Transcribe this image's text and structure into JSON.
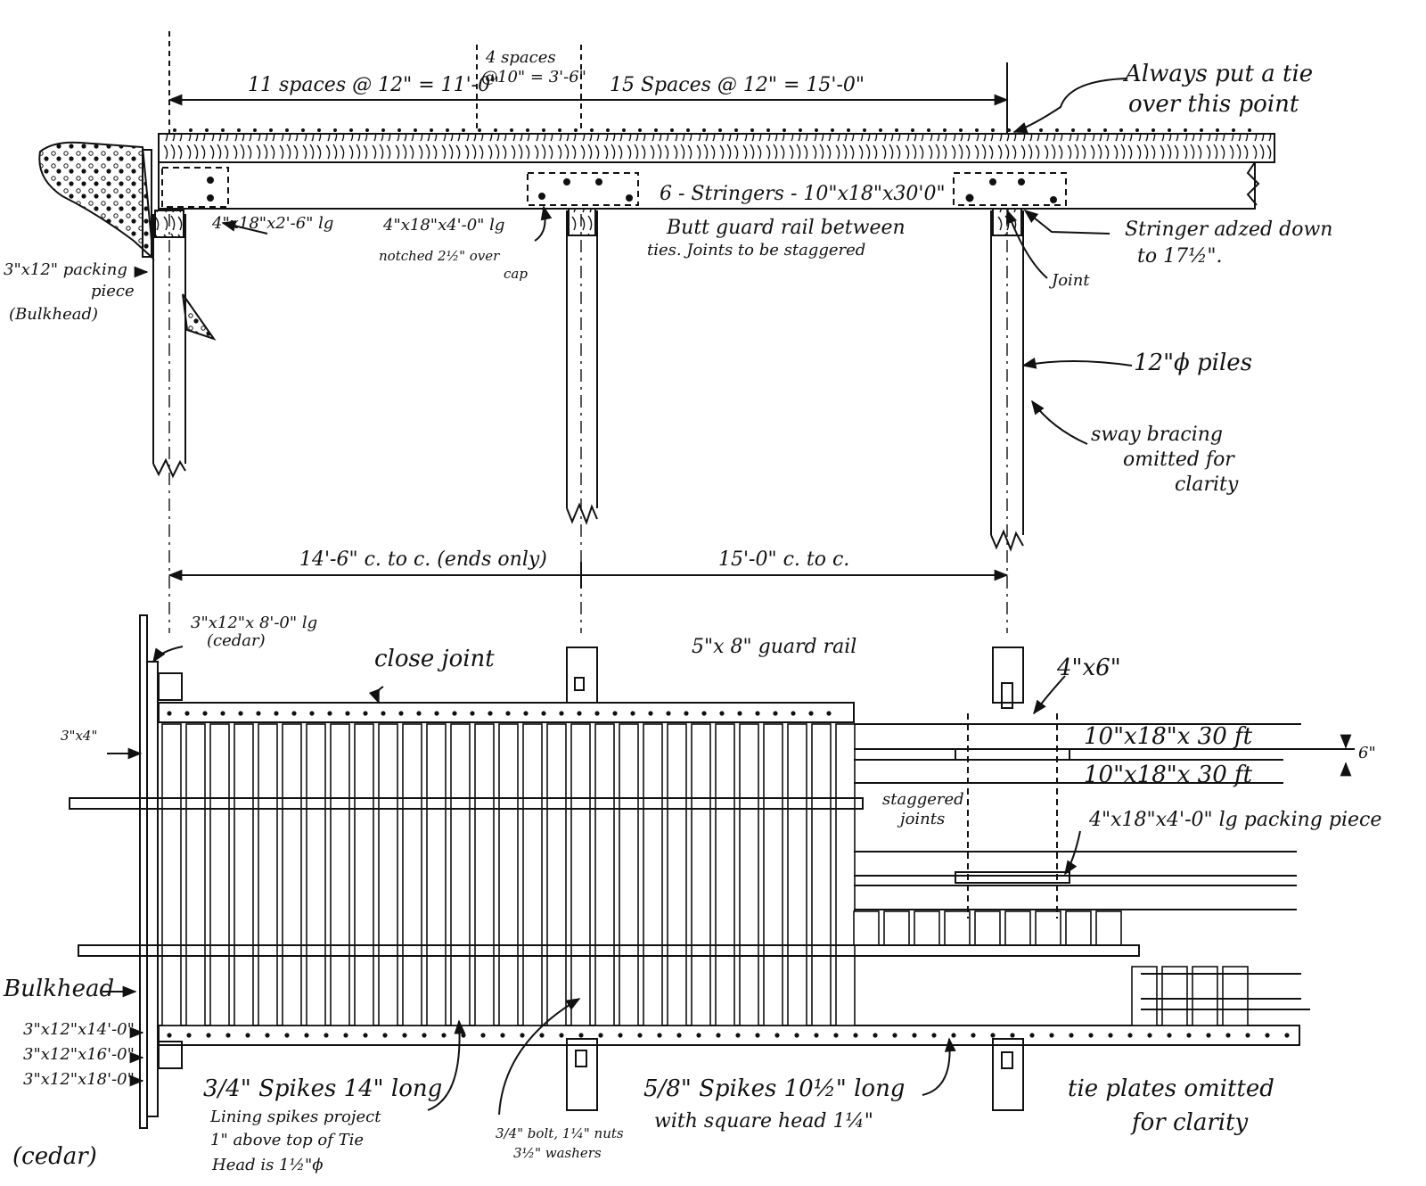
{
  "elevation": {
    "dim_top_left": "11 spaces @ 12\" = 11'-0\"",
    "dim_top_mid_line1": "4 spaces",
    "dim_top_mid_line2": "@10\" = 3'-6\"",
    "dim_top_right": "15 Spaces @ 12\" = 15'-0\"",
    "tie_note_line1": "Always put a tie",
    "tie_note_line2": "over this point",
    "stringers": "6 - Stringers - 10\"x18\"x30'0\"",
    "cap_left": "4\"x18\"x2'-6\" lg",
    "cap_mid": "4\"x18\"x4'-0\" lg",
    "notched_line1": "notched 2½\" over",
    "notched_line2": "cap",
    "butt_line1": "Butt guard rail between",
    "butt_line2": "ties. Joints to be staggered",
    "adzed_line1": "Stringer adzed down",
    "adzed_line2": "to 17½\".",
    "joint": "Joint",
    "packing_line1": "3\"x12\" packing",
    "packing_line2": "piece",
    "packing_line3": "(Bulkhead)",
    "piles": "12\"ϕ piles",
    "sway_line1": "sway bracing",
    "sway_line2": "omitted for",
    "sway_line3": "clarity",
    "span_left": "14'-6\" c. to c. (ends only)",
    "span_right": "15'-0\" c. to c."
  },
  "plan": {
    "cedar_top_line1": "3\"x12\"x 8'-0\" lg",
    "cedar_top_line2": "(cedar)",
    "close_joint": "close joint",
    "guard_rail": "5\"x 8\" guard rail",
    "post_4x6": "4\"x6\"",
    "dim_3x4": "3\"x4\"",
    "stringer_a": "10\"x18\"x 30 ft",
    "stringer_b": "10\"x18\"x 30 ft",
    "gap_6": "6\"",
    "staggered_line1": "staggered",
    "staggered_line2": "joints",
    "packing_piece": "4\"x18\"x4'-0\" lg packing piece",
    "bulkhead": "Bulkhead",
    "bulk_a": "3\"x12\"x14'-0\"",
    "bulk_b": "3\"x12\"x16'-0\"",
    "bulk_c": "3\"x12\"x18'-0\"",
    "cedar": "(cedar)",
    "spikes_line1": "3/4\" Spikes 14\" long",
    "spikes_line2": "Lining spikes project",
    "spikes_line3": "1\" above top of Tie",
    "spikes_line4": "Head is 1½\"ϕ",
    "bolt_line1": "3/4\" bolt, 1¼\" nuts",
    "bolt_line2": "3½\" washers",
    "spikes58_line1": "5/8\" Spikes 10½\" long",
    "spikes58_line2": "with square head 1¼\"",
    "tieplates_line1": "tie plates omitted",
    "tieplates_line2": "for clarity"
  },
  "colors": {
    "ink": "#111111",
    "paper": "#ffffff"
  }
}
